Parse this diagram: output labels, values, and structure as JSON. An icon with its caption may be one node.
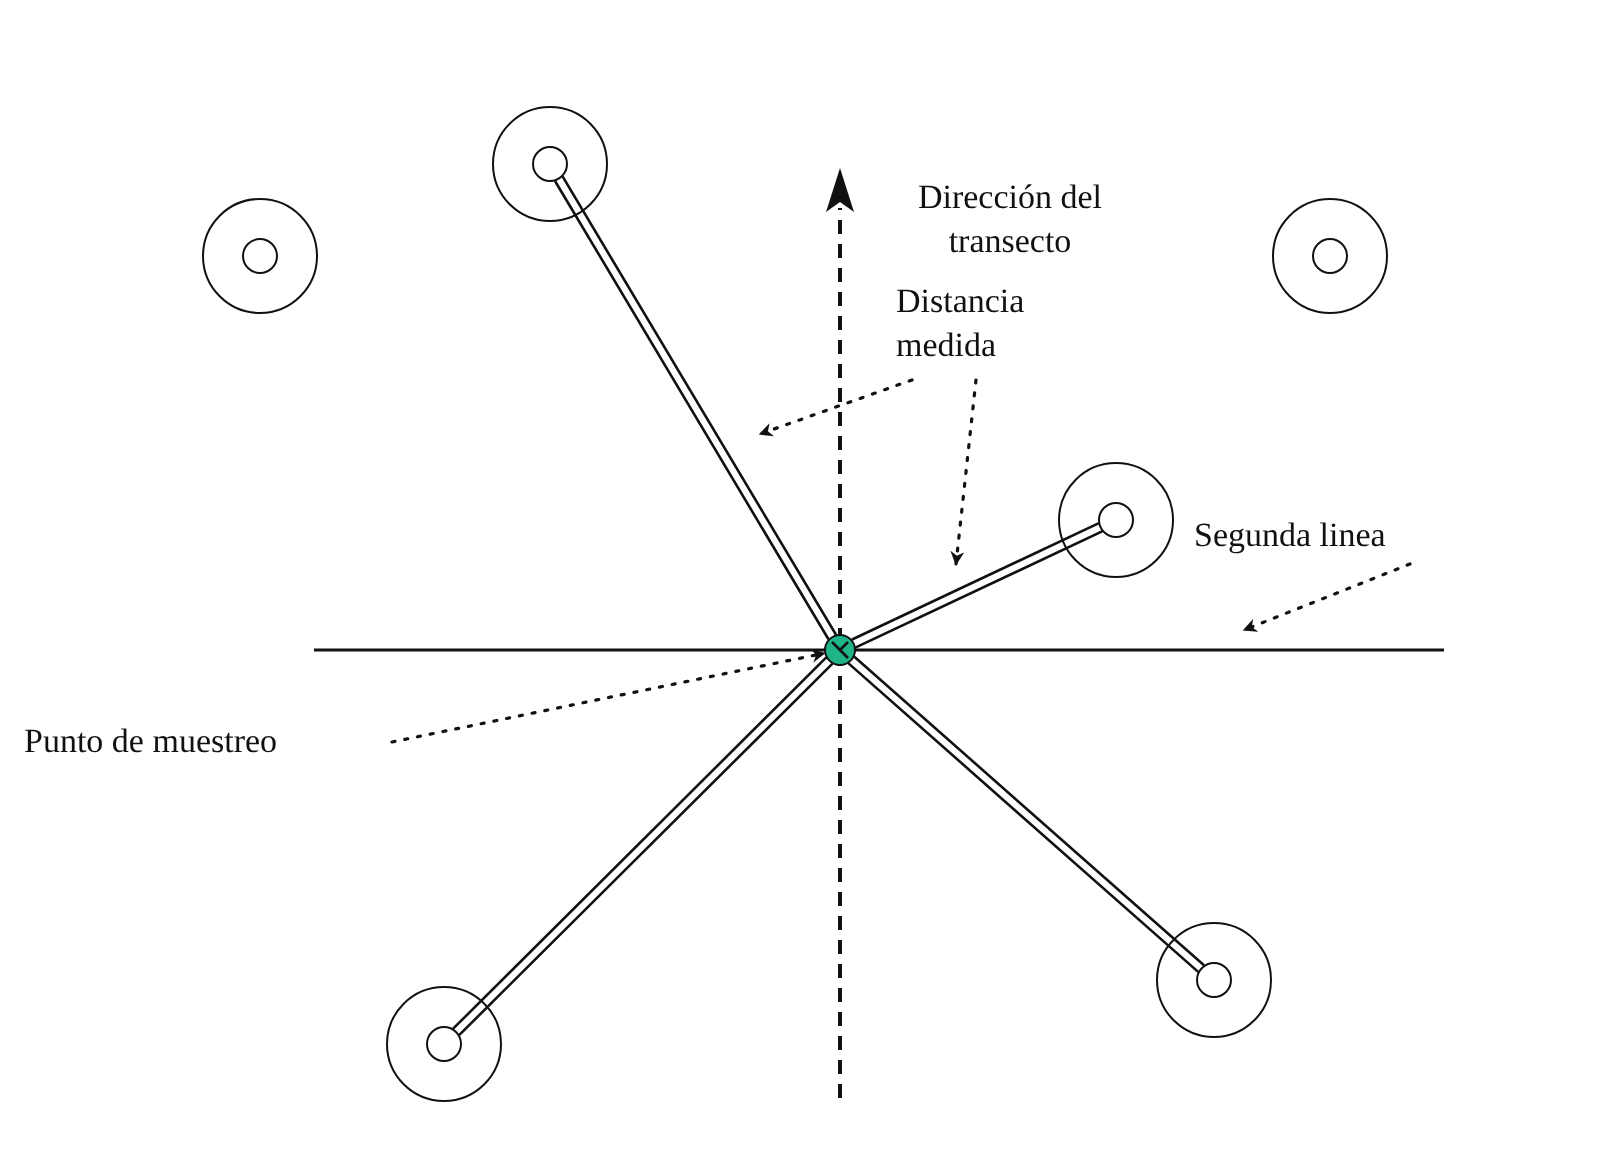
{
  "diagram": {
    "nodes": [
      {
        "text": [
          "Dirección del transecto"
        ]
      },
      {
        "text": [
          "Distancia medida"
        ]
      },
      {
        "text": [
          "Segunda linea"
        ]
      },
      {
        "text": [
          "Punto de muestreo"
        ]
      },
      {
        "text": [],
        "shape": "circle"
      },
      {
        "text": [],
        "shape": "circle"
      },
      {
        "text": [],
        "shape": "circle"
      },
      {
        "text": [],
        "shape": "circle"
      },
      {
        "text": [],
        "shape": "circle"
      },
      {
        "text": [],
        "shape": "circle"
      },
      {
        "text": [],
        "shape": "circle"
      }
    ],
    "edges": [
      {
        "from": 4,
        "to": 5,
        "arrow": "none"
      },
      {
        "from": 4,
        "to": 8,
        "arrow": "none"
      },
      {
        "from": 4,
        "to": 9,
        "arrow": "none"
      },
      {
        "from": 4,
        "to": 10,
        "arrow": "none"
      },
      {
        "from": 1,
        "to": null,
        "arrow": "to",
        "style": "dashed"
      },
      {
        "from": 1,
        "to": null,
        "arrow": "to",
        "style": "dashed"
      },
      {
        "from": 2,
        "to": null,
        "arrow": "to",
        "style": "dashed"
      },
      {
        "from": 3,
        "to": 4,
        "arrow": "to",
        "style": "dashed"
      }
    ]
  }
}
